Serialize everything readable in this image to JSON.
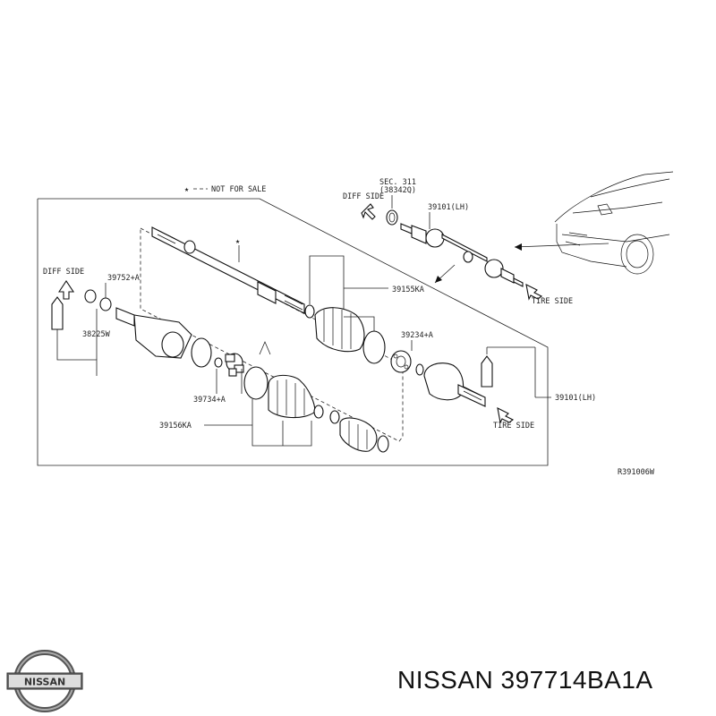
{
  "diagram": {
    "legend": "NOT FOR SALE",
    "legend_mark": "★",
    "star_mark": "★",
    "sec_ref_line1": "SEC. 311",
    "sec_ref_line2": "(38342Q)",
    "diff_side_top": "DIFF SIDE",
    "diff_side_left": "DIFF SIDE",
    "tire_side_top": "TIRE SIDE",
    "tire_side_bottom": "TIRE SIDE",
    "parts": {
      "p39101_top": "39101(LH)",
      "p39101_right": "39101(LH)",
      "p39155KA": "39155KA",
      "p39234A": "39234+A",
      "p39752A": "39752+A",
      "p38225W": "38225W",
      "p39734A": "39734+A",
      "p39156KA": "39156KA"
    },
    "figure_code": "R391006W"
  },
  "brand": {
    "logo_text": "NISSAN"
  },
  "caption": "NISSAN 397714BA1A"
}
